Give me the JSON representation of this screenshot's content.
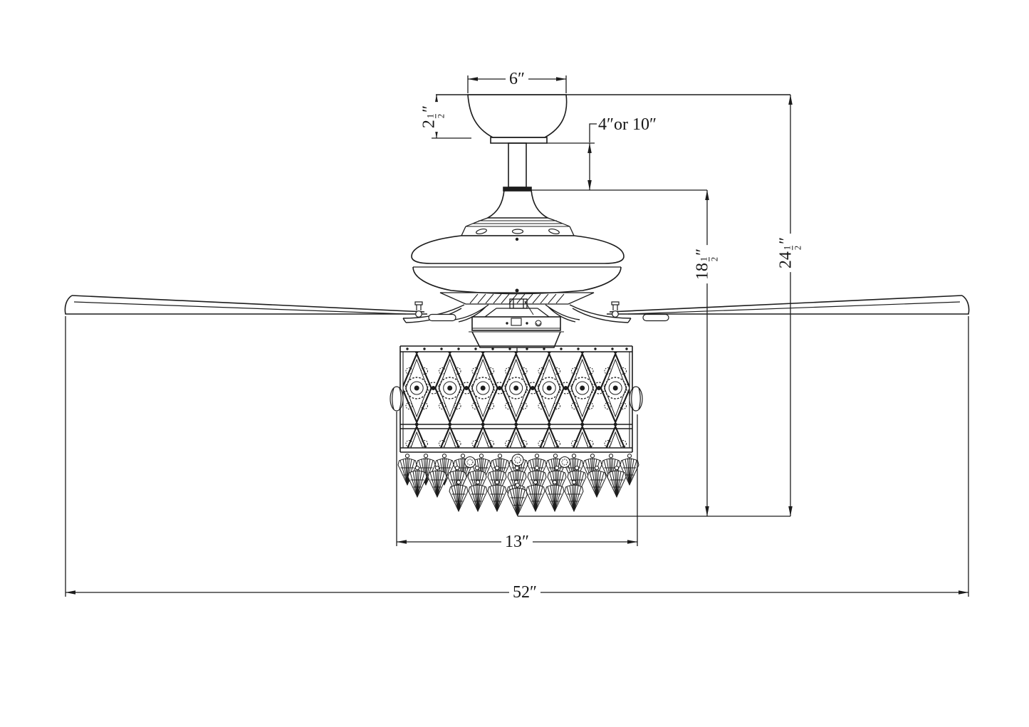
{
  "labels": {
    "canopy_width": {
      "value": "6",
      "unit": "″"
    },
    "canopy_height": {
      "whole": "2",
      "numerator": "1",
      "denominator": "2",
      "unit": "″"
    },
    "downrod_length": {
      "value": "4″or 10″"
    },
    "fan_body_height": {
      "whole": "18",
      "numerator": "1",
      "denominator": "2",
      "unit": "″"
    },
    "overall_height": {
      "whole": "24",
      "numerator": "1",
      "denominator": "2",
      "unit": "″"
    },
    "light_kit_width": {
      "value": "13",
      "unit": "″"
    },
    "blade_sweep": {
      "value": "52",
      "unit": "″"
    }
  },
  "colors": {
    "line": "#1c1c1c",
    "background": "#ffffff"
  }
}
